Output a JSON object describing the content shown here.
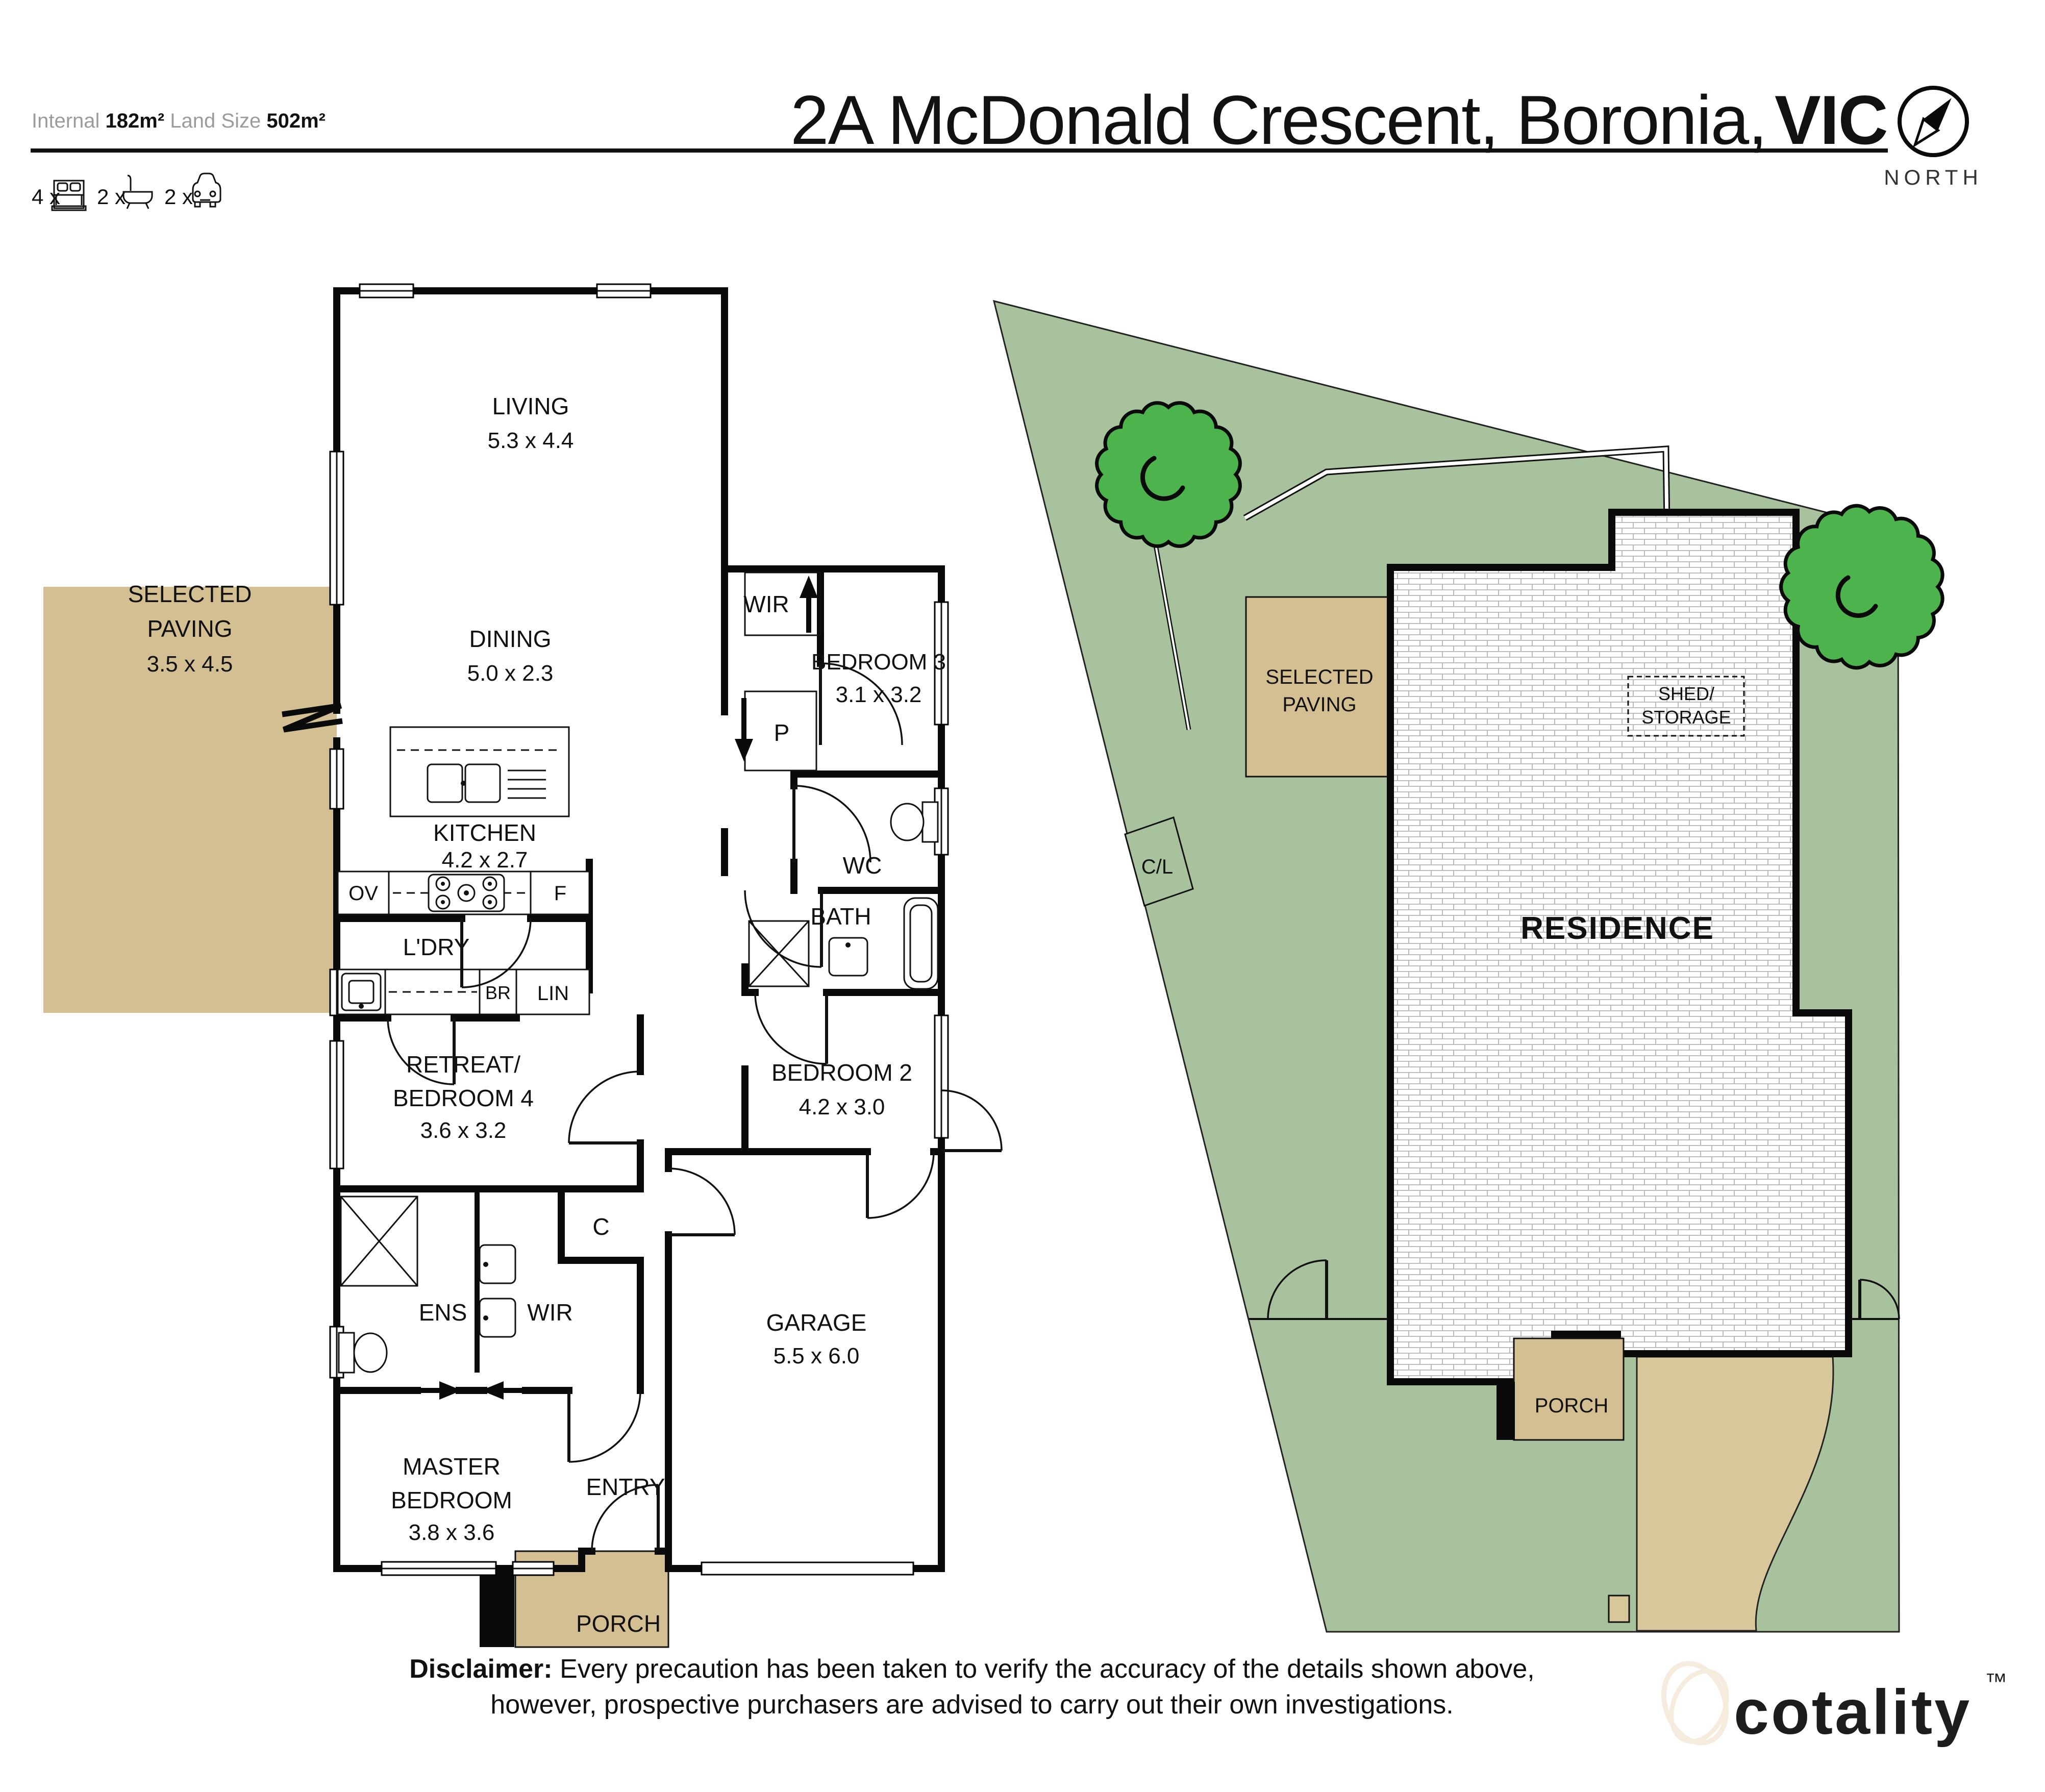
{
  "header": {
    "internal_label": "Internal",
    "internal_value": "182m²",
    "land_label": "Land Size",
    "land_value": "502m²",
    "beds_qty": "4 x",
    "baths_qty": "2 x",
    "cars_qty": "2 x",
    "title_light": "2A McDonald Crescent, Boronia,",
    "title_bold": "VIC",
    "north_label": "NORTH"
  },
  "floorplan": {
    "living": {
      "name": "LIVING",
      "dims": "5.3 x 4.4"
    },
    "dining": {
      "name": "DINING",
      "dims": "5.0 x 2.3"
    },
    "paving": {
      "line1": "SELECTED",
      "line2": "PAVING",
      "dims": "3.5 x 4.5"
    },
    "kitchen": {
      "name": "KITCHEN",
      "dims": "4.2 x 2.7"
    },
    "oven": "OV",
    "fridge": "F",
    "laundry": "L'DRY",
    "broom": "BR",
    "linen": "LIN",
    "wir_rear": "WIR",
    "pantry": "P",
    "bed3": {
      "name": "BEDROOM 3",
      "dims": "3.1 x 3.2"
    },
    "wc": "WC",
    "bath": "BATH",
    "bed2": {
      "name": "BEDROOM 2",
      "dims": "4.2 x 3.0"
    },
    "retreat": {
      "line1": "RETREAT/",
      "line2": "BEDROOM 4",
      "dims": "3.6 x 3.2"
    },
    "ens": "ENS",
    "wir_master": "WIR",
    "cupboard": "C",
    "master": {
      "line1": "MASTER",
      "line2": "BEDROOM",
      "dims": "3.8 x 3.6"
    },
    "entry": "ENTRY",
    "garage": {
      "name": "GARAGE",
      "dims": "5.5 x 6.0"
    },
    "porch": "PORCH"
  },
  "siteplan": {
    "paving_line1": "SELECTED",
    "paving_line2": "PAVING",
    "shed_line1": "SHED/",
    "shed_line2": "STORAGE",
    "residence": "RESIDENCE",
    "clothesline": "C/L",
    "porch": "PORCH"
  },
  "disclaimer": {
    "bold": "Disclaimer:",
    "line1": " Every precaution has been taken to verify the accuracy of the details shown above,",
    "line2": "however, prospective purchasers are advised to carry out their own investigations."
  },
  "watermark": {
    "brand": "cotality",
    "tm": "™"
  },
  "colors": {
    "tan": "#d4bf93",
    "drive": "#d8c79a",
    "green": "#a7c29c",
    "tree": "#4db34d",
    "wall": "#0a0a0a",
    "cream": "#f6ecdc"
  }
}
